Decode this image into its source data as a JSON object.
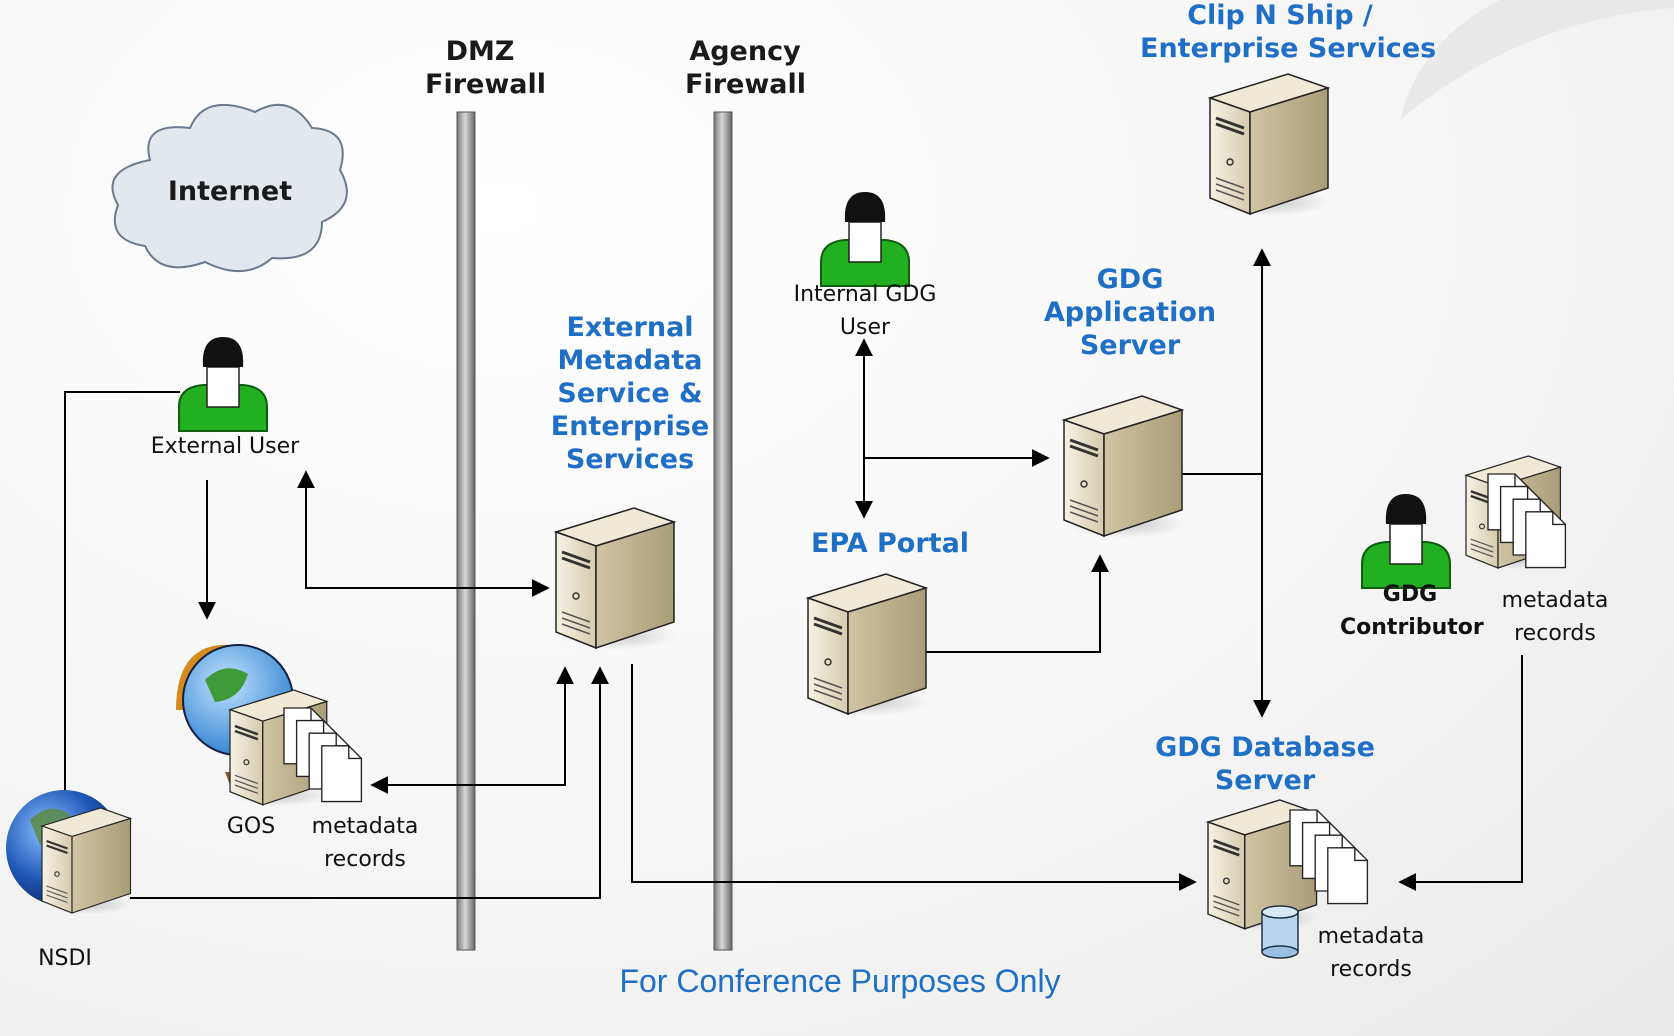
{
  "firewalls": {
    "dmz": [
      "DMZ",
      "Firewall"
    ],
    "agency": [
      "Agency",
      "Firewall"
    ]
  },
  "cloud": {
    "label": "Internet"
  },
  "external_user": {
    "label": "External User"
  },
  "internal_user": {
    "label": [
      "Internal GDG",
      "User"
    ]
  },
  "contributor": {
    "label": [
      "GDG",
      "Contributor"
    ]
  },
  "servers": {
    "external_metadata": [
      "External",
      "Metadata",
      "Service &",
      "Enterprise",
      "Services"
    ],
    "clip_n_ship": [
      "Clip N Ship /",
      "Enterprise Services"
    ],
    "gdg_app": [
      "GDG",
      "Application",
      "Server"
    ],
    "epa_portal": "EPA Portal",
    "gdg_db": [
      "GDG Database",
      "Server"
    ],
    "gos": "GOS",
    "nsdi": "NSDI"
  },
  "metadata_labels": {
    "gos": [
      "metadata",
      "records"
    ],
    "contributor": [
      "metadata",
      "records"
    ],
    "db": [
      "metadata",
      "records"
    ]
  },
  "footer": "For Conference Purposes Only",
  "colors": {
    "accent_blue": "#1f6fc6",
    "user_green": "#22b020",
    "server_beige": "#d8cfb2"
  }
}
